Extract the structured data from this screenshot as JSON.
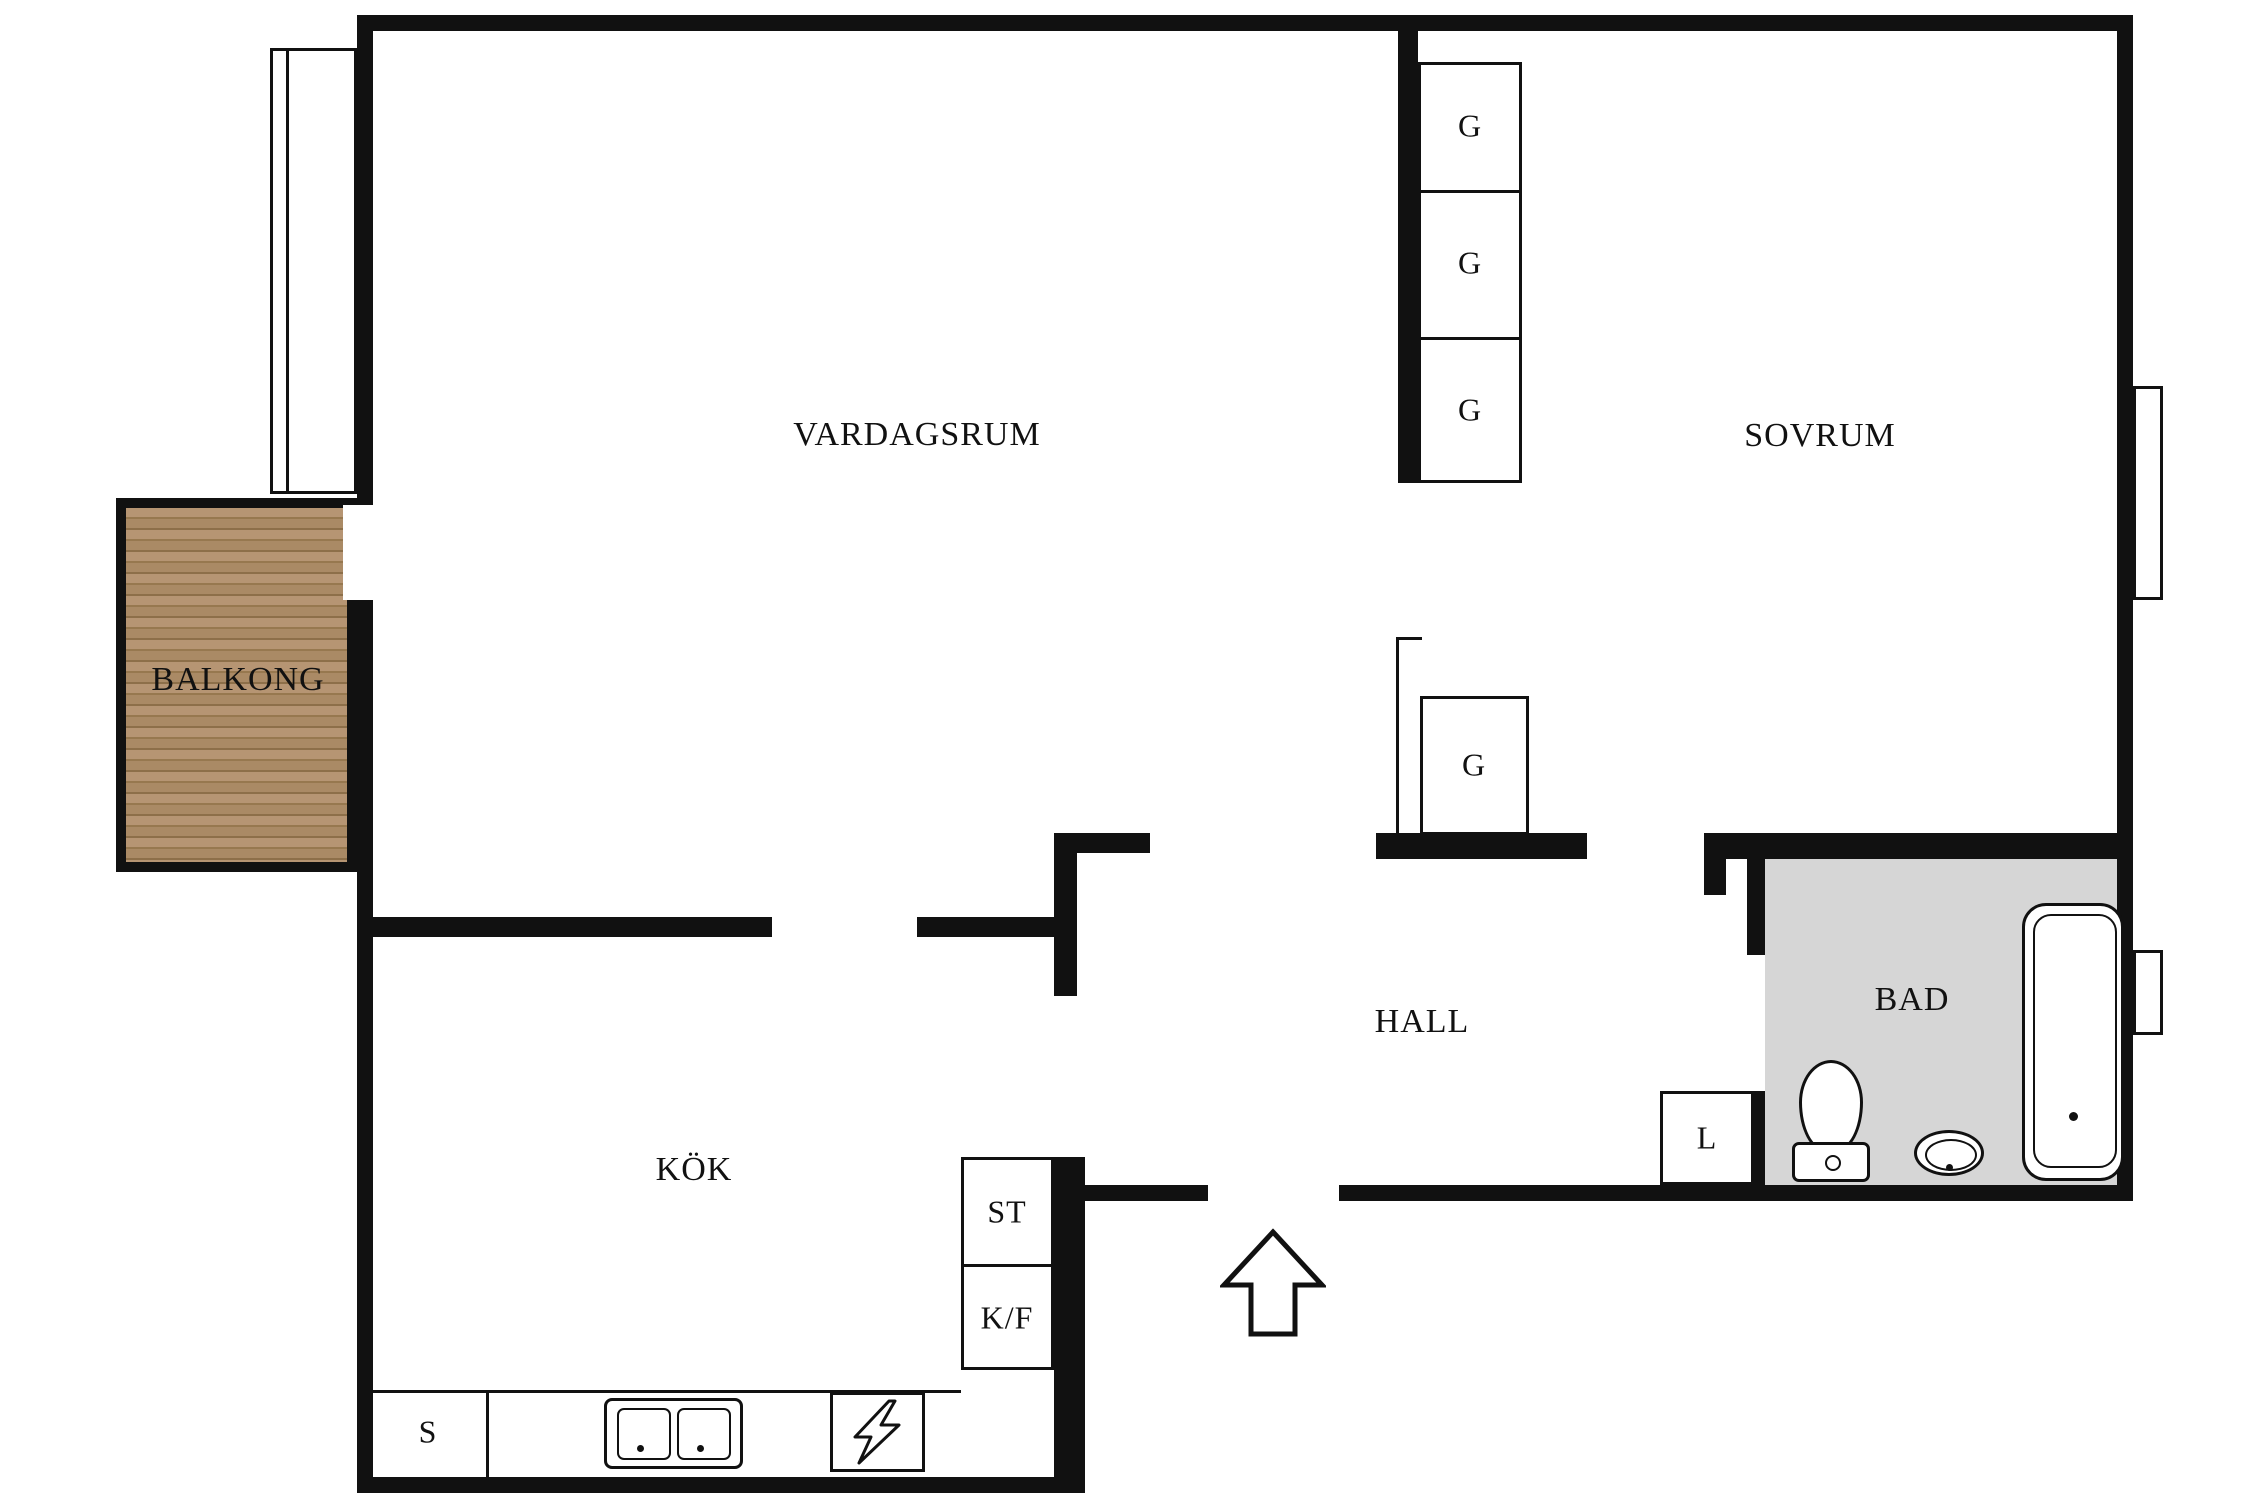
{
  "floorplan": {
    "rooms": {
      "vardagsrum": "VARDAGSRUM",
      "sovrum": "SOVRUM",
      "balkong": "BALKONG",
      "kok": "KÖK",
      "hall": "HALL",
      "bad": "BAD"
    },
    "storage": {
      "garderob": "G",
      "linen": "L",
      "st": "ST",
      "kf": "K/F",
      "s": "S"
    },
    "colors": {
      "wall": "#111111",
      "bathroom_floor": "#d6d6d6",
      "balcony_wood_light": "#b69573",
      "balcony_wood_dark": "#8d6f49"
    },
    "icons": {
      "entrance": "entrance-arrow-icon",
      "stove": "stove-lightning-icon",
      "kitchen_sink": "kitchen-sink-icon",
      "toilet": "toilet-icon",
      "washbasin": "washbasin-icon",
      "bathtub": "bathtub-icon",
      "window": "window-icon"
    }
  }
}
